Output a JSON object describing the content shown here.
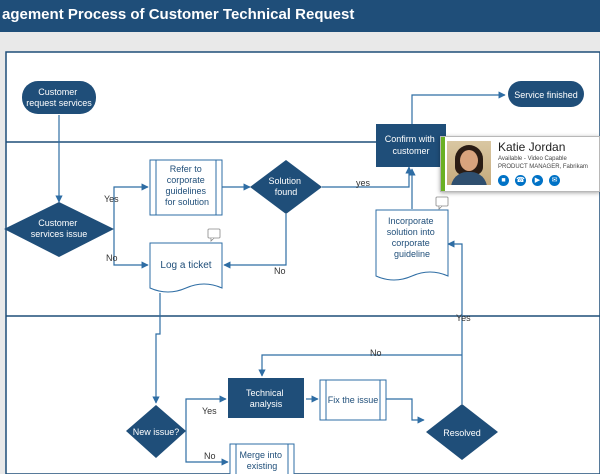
{
  "title": "agement Process of Customer Technical Request",
  "nodes": {
    "customer_request": "Customer\nrequest services",
    "service_finished": "Service finished",
    "confirm_with_customer": "Confirm with\ncustomer",
    "refer_guidelines": "Refer to\ncorporate\nguidelines\nfor solution",
    "solution_found": "Solution\nfound",
    "customer_services_issue": "Customer\nservices issue",
    "log_ticket": "Log a ticket",
    "incorporate_solution": "Incorporate\nsolution into\ncorporate\nguideline",
    "technical_analysis": "Technical\nanalysis",
    "fix_issue": "Fix the issue",
    "new_issue": "New issue?",
    "resolved": "Resolved",
    "merge_existing": "Merge into\nexisting"
  },
  "edges": {
    "yes_refer": "Yes",
    "no_log": "No",
    "yes_confirm": "yes",
    "no_solution": "No",
    "no_resolved": "No",
    "yes_resolved": "Yes",
    "yes_technical": "Yes",
    "no_merge": "No"
  },
  "contact": {
    "name": "Katie Jordan",
    "status": "Available - Video Capable",
    "title": "PRODUCT MANAGER, Fabrikam",
    "actions": [
      "chat-icon",
      "phone-icon",
      "video-icon",
      "mail-icon"
    ],
    "status_color": "#6ab023"
  },
  "colors": {
    "header": "#1f4e79",
    "node_fill": "#1f4e79",
    "line": "#2e6da4"
  }
}
